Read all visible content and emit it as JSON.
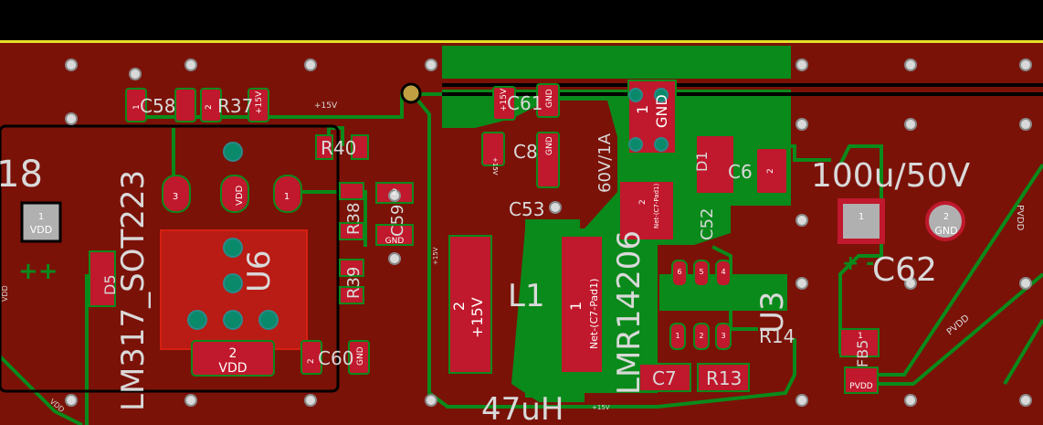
{
  "colors": {
    "background": "#000000",
    "copper_back": "#7a1208",
    "copper_front": "#0a8a1a",
    "pad": "#c0182c",
    "silkscreen": "#d9d9d9",
    "edge_cut": "#e6e02a",
    "via": "#d9d9d9"
  },
  "refs": {
    "u18_partial": "18",
    "c58": "C58",
    "r37": "R37",
    "r40": "R40",
    "r38": "R38",
    "c59": "C59",
    "r39": "R39",
    "d5": "D5",
    "u6": "U6",
    "lm317": "LM317_SOT223",
    "c60": "C60",
    "c61": "C61",
    "c8": "C8",
    "c53": "C53",
    "l1": "L1",
    "l1_value": "47uH",
    "lmr": "LMR14206",
    "rating": "60V/1A",
    "c52": "C52",
    "d1": "D1",
    "c6": "C6",
    "cap_value": "100u/50V",
    "c62": "C62",
    "u3": "U3",
    "r14": "R14",
    "c7": "C7",
    "r13": "R13",
    "fb5": "FB5"
  },
  "nets": {
    "p15v": "+15V",
    "vdd": "VDD",
    "gnd": "GND",
    "pvdd": "PVDD",
    "net_c7": "Net-(C7-Pad1)",
    "n1": "1",
    "n2": "2",
    "n3": "3",
    "n4": "4",
    "n5": "5",
    "n6": "6",
    "plus_marks": "++",
    "plus_minus": "+ -"
  }
}
